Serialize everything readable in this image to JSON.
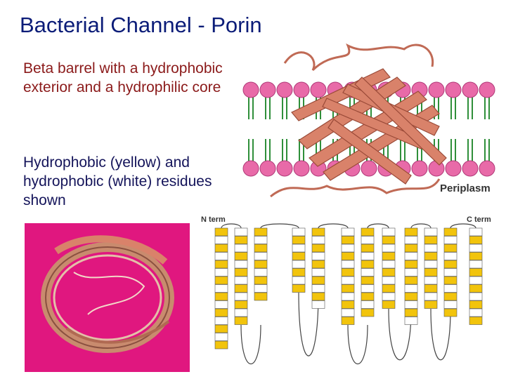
{
  "title": "Bacterial Channel - Porin",
  "description": "Beta barrel with a hydrophobic exterior and a hydrophilic core",
  "residues_note": "Hydrophobic (yellow) and hydrophobic (white) residues shown",
  "membrane_labels": {
    "periplasm": "Periplasm",
    "n_term": "N term",
    "c_term": "C term"
  },
  "colors": {
    "title": "#0b1c78",
    "description_text": "#8b1a1a",
    "note_text": "#14145a",
    "lipid_head": "#e86aa8",
    "lipid_tail": "#2f8f3a",
    "strand": "#d9826a",
    "inset_bg": "#e0177f",
    "hydrophobic_residue": "#f2c40c",
    "hydrophilic_residue": "#ffffff"
  }
}
